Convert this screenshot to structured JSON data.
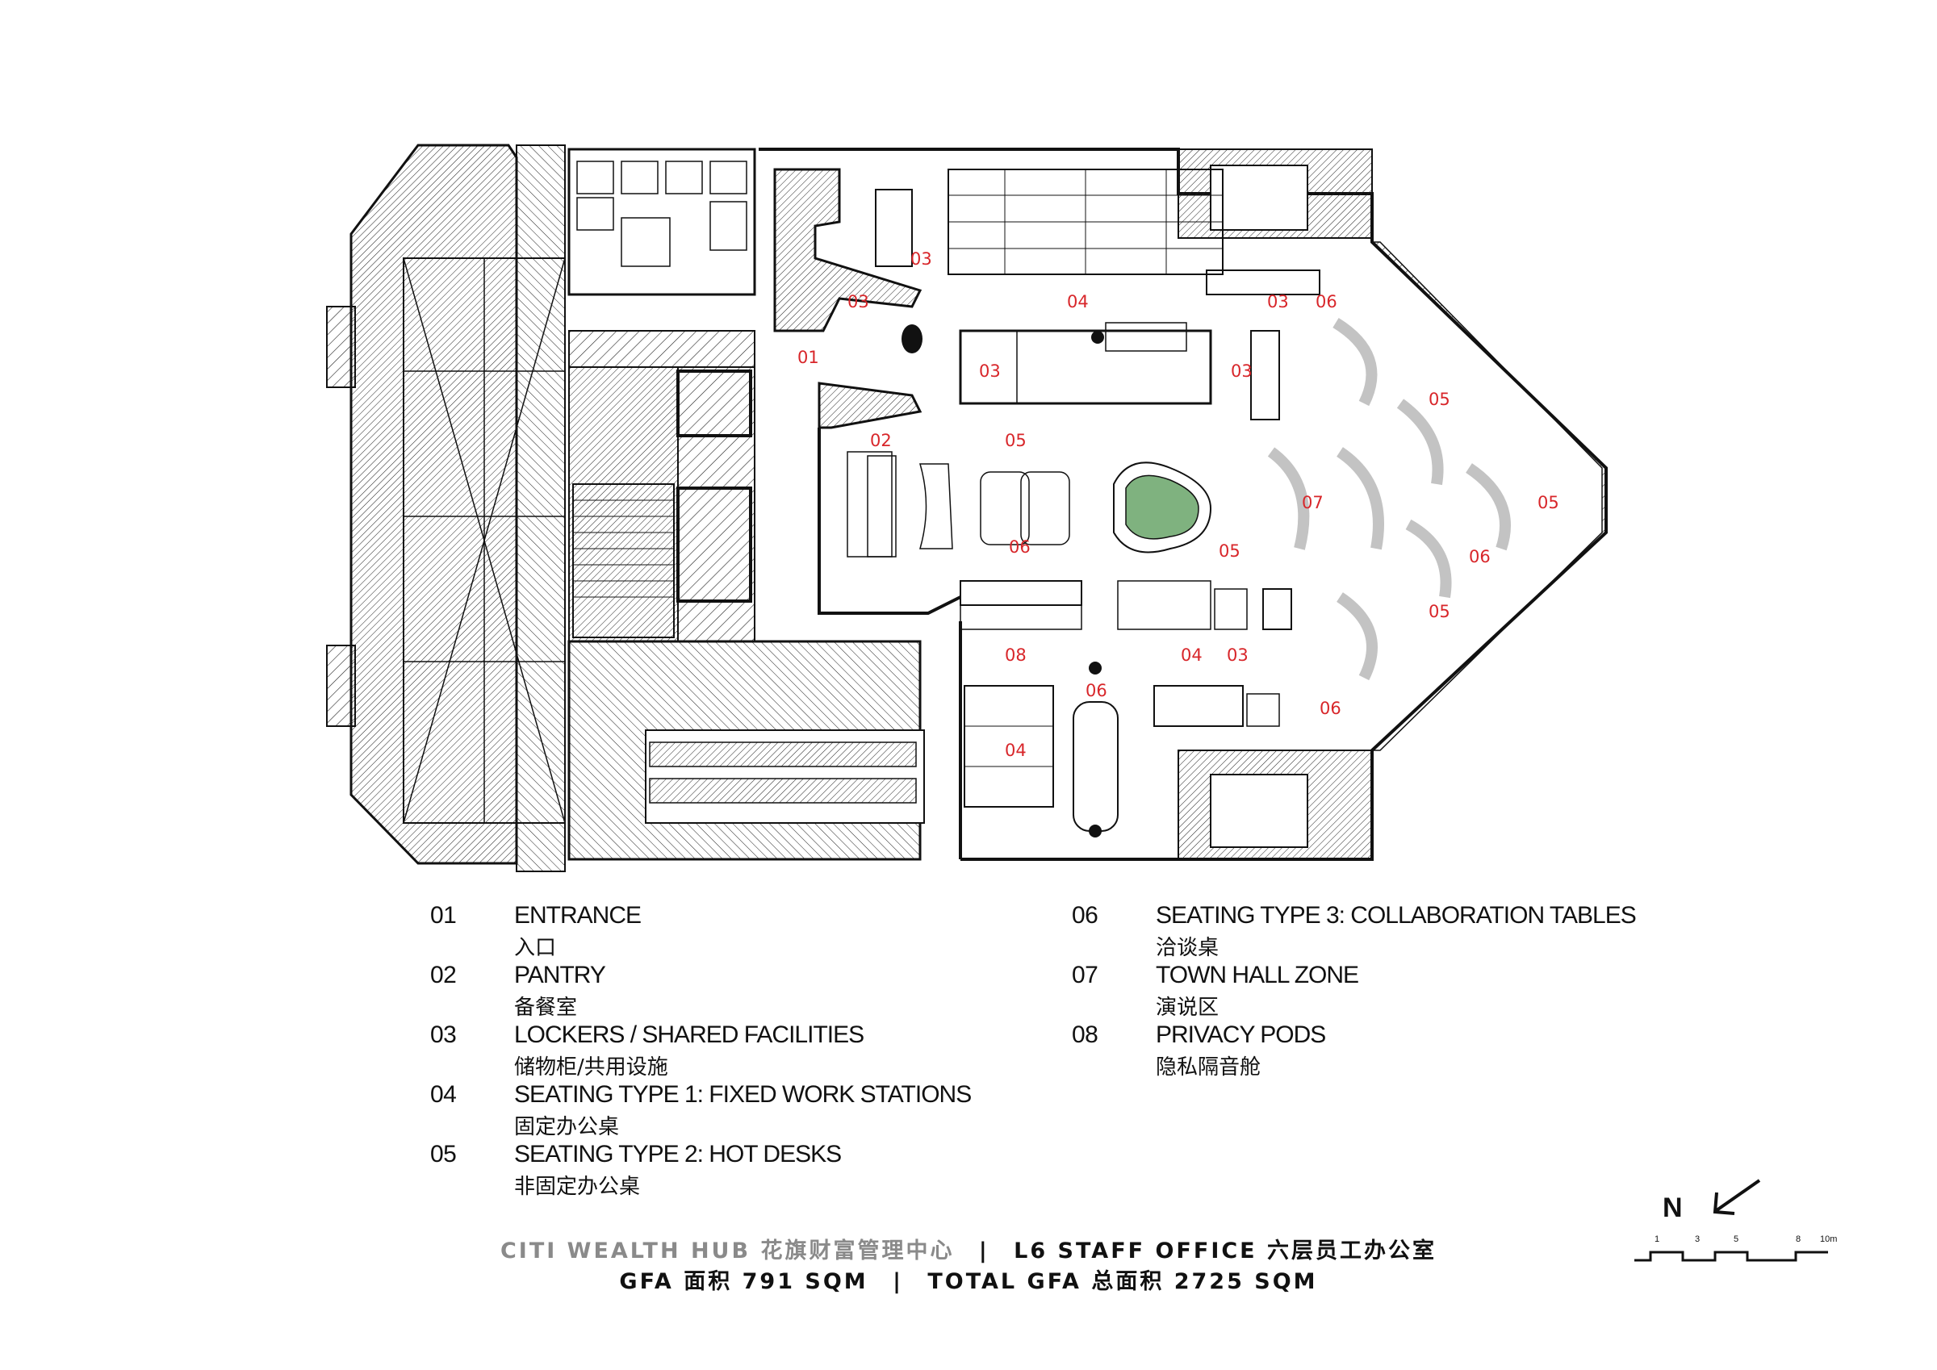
{
  "plan_labels": [
    {
      "id": "01",
      "text": "01"
    },
    {
      "id": "02",
      "text": "02"
    },
    {
      "id": "03",
      "text": "03"
    },
    {
      "id": "04",
      "text": "04"
    },
    {
      "id": "05",
      "text": "05"
    },
    {
      "id": "06",
      "text": "06"
    },
    {
      "id": "07",
      "text": "07"
    },
    {
      "id": "08",
      "text": "08"
    }
  ],
  "legend": [
    {
      "num": "01",
      "en": "ENTRANCE",
      "zh": "入口"
    },
    {
      "num": "02",
      "en": "PANTRY",
      "zh": "备餐室"
    },
    {
      "num": "03",
      "en": "LOCKERS / SHARED FACILITIES",
      "zh": "储物柜/共用设施"
    },
    {
      "num": "04",
      "en": "SEATING TYPE 1: FIXED WORK STATIONS",
      "zh": "固定办公桌"
    },
    {
      "num": "05",
      "en": "SEATING TYPE 2: HOT DESKS",
      "zh": "非固定办公桌"
    },
    {
      "num": "06",
      "en": "SEATING TYPE 3: COLLABORATION TABLES",
      "zh": "洽谈桌"
    },
    {
      "num": "07",
      "en": "TOWN HALL ZONE",
      "zh": "演说区"
    },
    {
      "num": "08",
      "en": "PRIVACY PODS",
      "zh": "隐私隔音舱"
    }
  ],
  "footer": {
    "brand": "CITI WEALTH HUB 花旗财富管理中心",
    "separator": "|",
    "floor": "L6 STAFF OFFICE 六层员工办公室",
    "gfa": "GFA 面积 791 SQM",
    "total_gfa": "TOTAL GFA 总面积 2725 SQM"
  },
  "north": {
    "label": "N"
  },
  "scale": {
    "ticks": [
      "1",
      "3",
      "5",
      "8",
      "10m"
    ]
  },
  "colors": {
    "zone_label": "#d8262a",
    "town_hall_table": "#7fb27f",
    "line": "#111111"
  }
}
